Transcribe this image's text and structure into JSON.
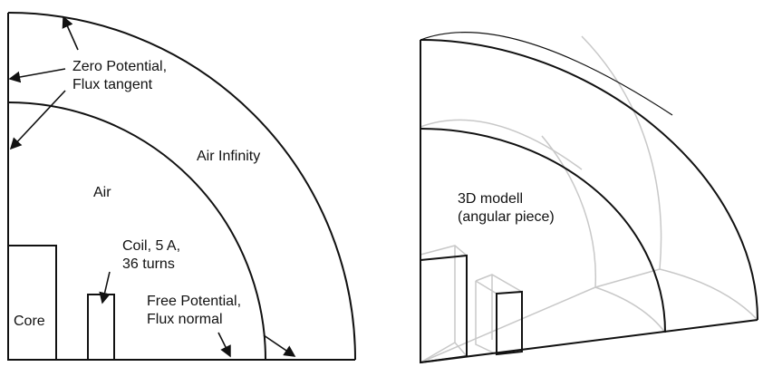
{
  "left_diagram": {
    "labels": {
      "zero_potential_1": "Zero Potential,",
      "zero_potential_2": "Flux tangent",
      "air_infinity": "Air Infinity",
      "air": "Air",
      "coil_1": "Coil, 5 A,",
      "coil_2": "36 turns",
      "free_potential_1": "Free Potential,",
      "free_potential_2": "Flux normal",
      "core": "Core"
    }
  },
  "right_diagram": {
    "labels": {
      "model_1": "3D modell",
      "model_2": "(angular piece)"
    }
  }
}
